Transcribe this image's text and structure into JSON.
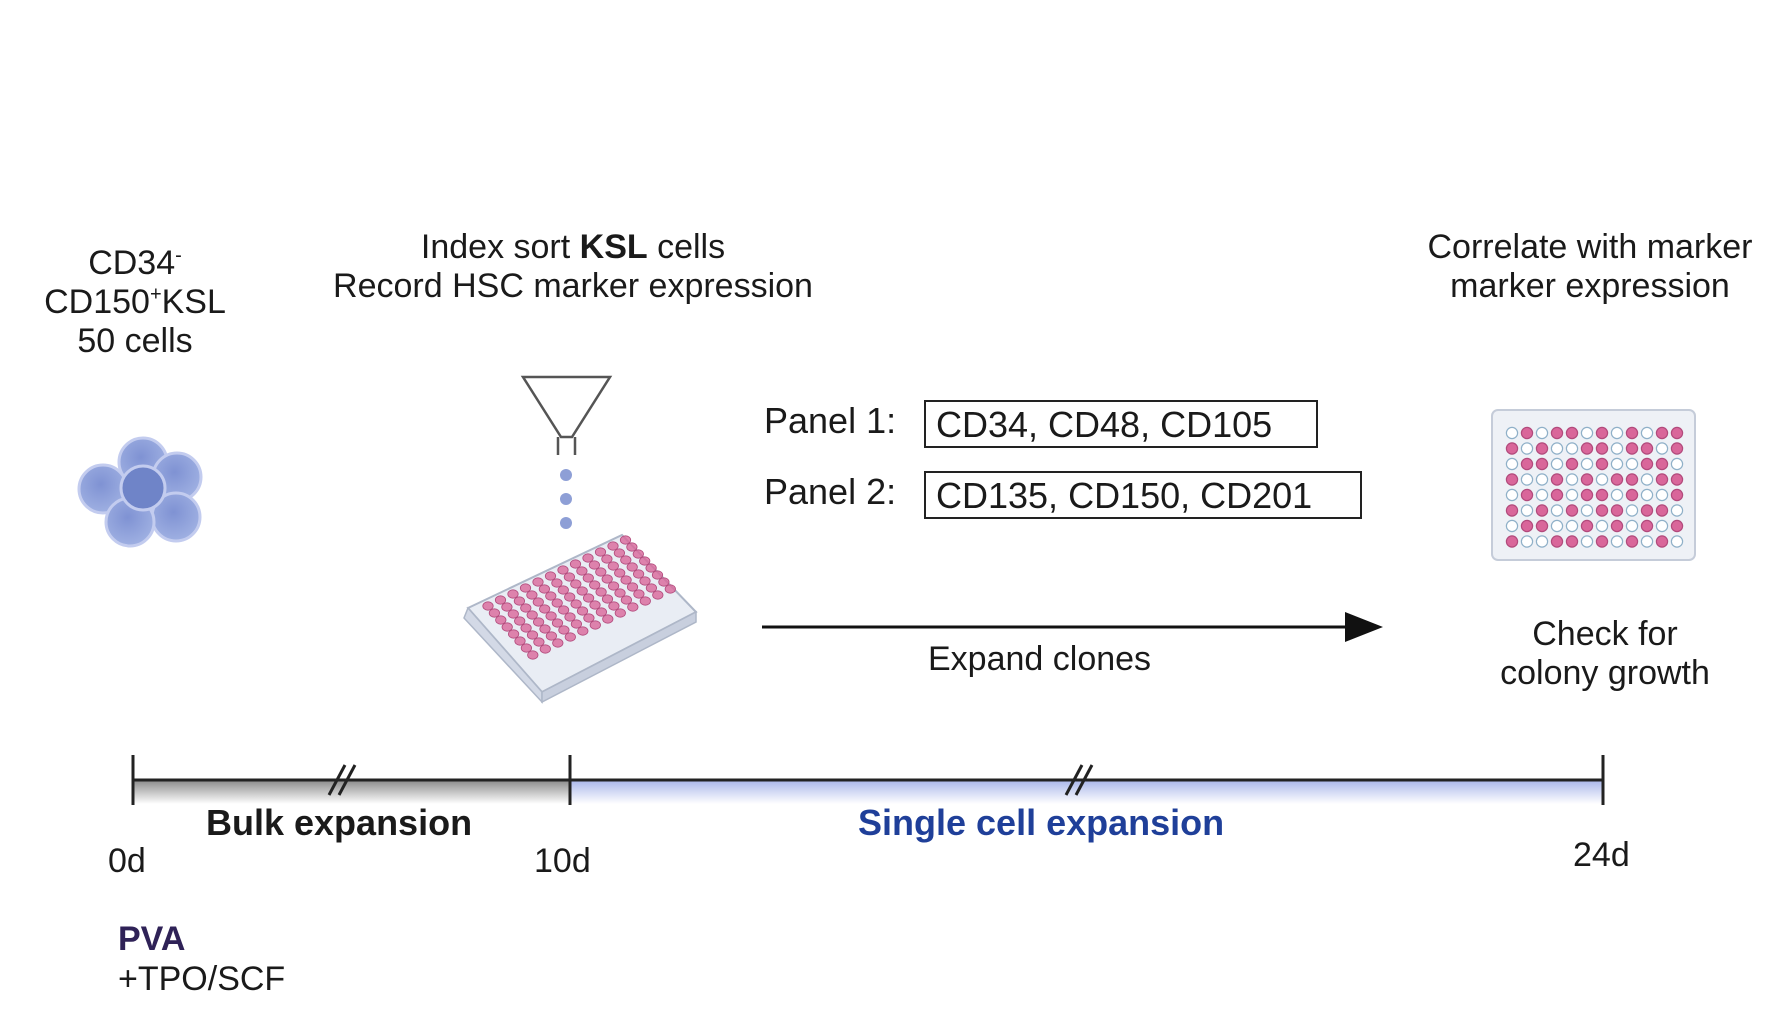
{
  "start_population": {
    "line1_main": "CD34",
    "line1_sup": "-",
    "line2_a": "CD150",
    "line2_sup": "+",
    "line2_b": "KSL",
    "line3": "50 cells"
  },
  "index_sort": {
    "line1_a": "Index sort ",
    "line1_bold": "KSL",
    "line1_b": " cells",
    "line2": "Record HSC marker expression"
  },
  "panels": [
    {
      "label": "Panel 1:",
      "markers": "CD34, CD48, CD105"
    },
    {
      "label": "Panel 2:",
      "markers": "CD135, CD150, CD201"
    }
  ],
  "expand_label": "Expand clones",
  "correlate": {
    "line1": "Correlate with marker",
    "line2": "marker expression"
  },
  "check": {
    "line1": "Check for",
    "line2": "colony growth"
  },
  "timeline": {
    "phase1": "Bulk expansion",
    "phase2": "Single cell expansion",
    "tick_start": "0d",
    "tick_mid": "10d",
    "tick_end": "24d"
  },
  "medium": {
    "name": "PVA",
    "supplement": "+TPO/SCF"
  },
  "colors": {
    "cell": "#8e9fd6",
    "cell_dark": "#6f84c8",
    "well_pink": "#d9669a",
    "phase2_text": "#1f3f99",
    "phase2_band": "#b8c4ec",
    "medium_text": "#2f2257"
  },
  "icons": {
    "cells": "cell-cluster-icon",
    "sorter": "sorter-nozzle-icon",
    "plate_sort": "well-plate-icon",
    "plate_result": "result-plate-icon",
    "arrow": "arrow-right-icon"
  }
}
